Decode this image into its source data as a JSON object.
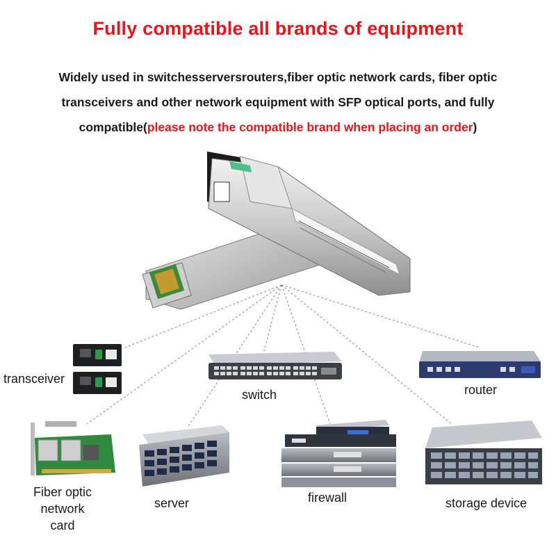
{
  "title": "Fully compatible all brands of equipment",
  "description": {
    "line1": "Widely used in switchesserversrouters,fiber optic network cards, fiber optic",
    "line2": "transceivers and other network equipment with SFP optical ports, and fully",
    "line3_prefix": "compatible(",
    "line3_highlight": "please note the compatible brand when placing an order",
    "line3_suffix": ")"
  },
  "devices": {
    "transceiver": "transceiver",
    "switch": "switch",
    "router": "router",
    "nic_line1": "Fiber optic",
    "nic_line2": "network",
    "nic_line3": "card",
    "server": "server",
    "firewall": "firewall",
    "storage": "storage device"
  },
  "colors": {
    "title_red": "#e8141c",
    "text": "#1a1a1a",
    "connector_line": "#9a9a9a"
  }
}
